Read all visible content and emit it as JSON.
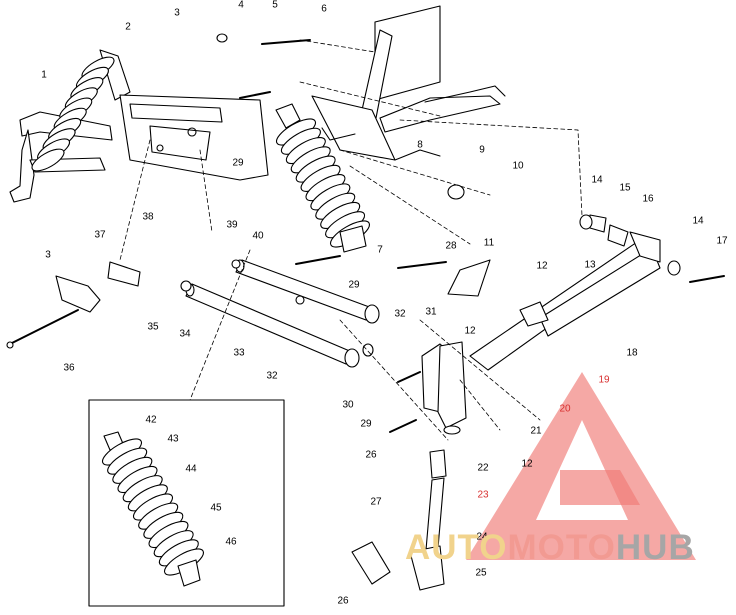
{
  "diagram": {
    "callouts": [
      "1",
      "2",
      "3",
      "4",
      "5",
      "6",
      "7",
      "8",
      "9",
      "10",
      "11",
      "12",
      "13",
      "14",
      "15",
      "16",
      "17",
      "18",
      "19",
      "20",
      "21",
      "22",
      "23",
      "24",
      "25",
      "26",
      "27",
      "28",
      "29",
      "30",
      "31",
      "32",
      "33",
      "34",
      "35",
      "36",
      "37",
      "38",
      "39",
      "40",
      "42",
      "43",
      "44",
      "45",
      "46"
    ],
    "watermark": {
      "part_a": "AUTO",
      "part_b": "MOTO",
      "part_c": "HUB",
      "colors": {
        "a": "#f1d38c",
        "b": "#f29a92",
        "c": "#a6a6a6",
        "triangle": "#f07a74"
      }
    }
  }
}
